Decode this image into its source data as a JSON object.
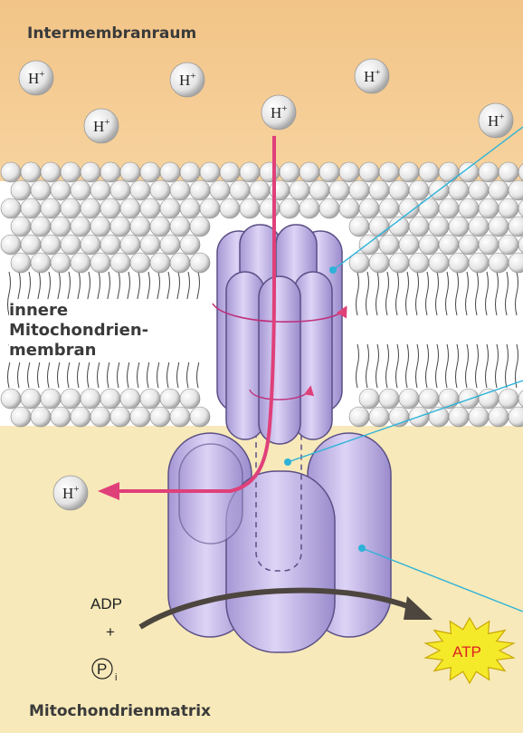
{
  "labels": {
    "intermembrane_space": "Intermembranraum",
    "inner_membrane_line1": "innere",
    "inner_membrane_line2": "Mitochondrien-",
    "inner_membrane_line3": "membran",
    "matrix": "Mitochondrienmatrix"
  },
  "molecules": {
    "proton": "H",
    "proton_charge": "+",
    "adp": "ADP",
    "plus": "+",
    "phosphate": "P",
    "phosphate_sub": "i",
    "atp": "ATP"
  },
  "colors": {
    "intermembrane_bg": "#f6c98f",
    "matrix_bg": "#f7e9b9",
    "enzyme": "#c3b5e6",
    "enzyme_outline": "#5b4f86",
    "proton_arrow": "#e0407a",
    "pointer_line": "#2db3d9",
    "atp_star": "#f5ea2a"
  }
}
